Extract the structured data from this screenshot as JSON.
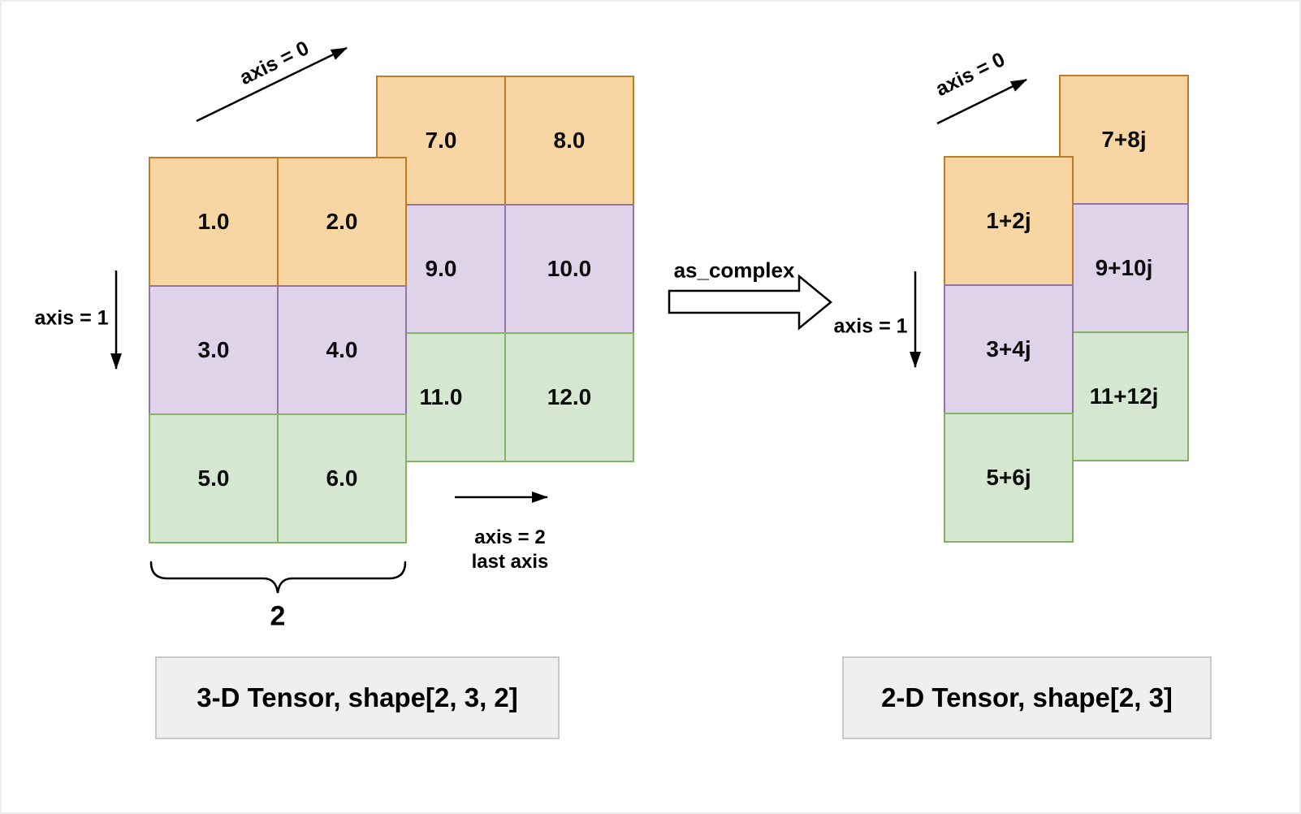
{
  "colors": {
    "orange_fill": "#F8D6A4",
    "orange_stroke": "#BE7C28",
    "purple_fill": "#DFD3E9",
    "purple_stroke": "#9673A6",
    "green_fill": "#D6E7D1",
    "green_stroke": "#82B366",
    "caption_fill": "#EFEFEF",
    "caption_stroke": "#C9C9C9",
    "arrow_color": "#000000",
    "background": "#FFFFFF"
  },
  "left_diagram": {
    "axis0_label": "axis = 0",
    "axis1_label": "axis = 1",
    "axis2_label": "axis = 2",
    "axis2_sublabel": "last axis",
    "brace_count": "2",
    "caption": "3-D Tensor, shape[2, 3, 2]",
    "back_layer": [
      [
        "7.0",
        "8.0"
      ],
      [
        "9.0",
        "10.0"
      ],
      [
        "11.0",
        "12.0"
      ]
    ],
    "front_layer": [
      [
        "1.0",
        "2.0"
      ],
      [
        "3.0",
        "4.0"
      ],
      [
        "5.0",
        "6.0"
      ]
    ]
  },
  "transform": {
    "label": "as_complex"
  },
  "right_diagram": {
    "axis0_label": "axis = 0",
    "axis1_label": "axis = 1",
    "caption": "2-D Tensor, shape[2, 3]",
    "back_column": [
      "7+8j",
      "9+10j",
      "11+12j"
    ],
    "front_column": [
      "1+2j",
      "3+4j",
      "5+6j"
    ]
  }
}
